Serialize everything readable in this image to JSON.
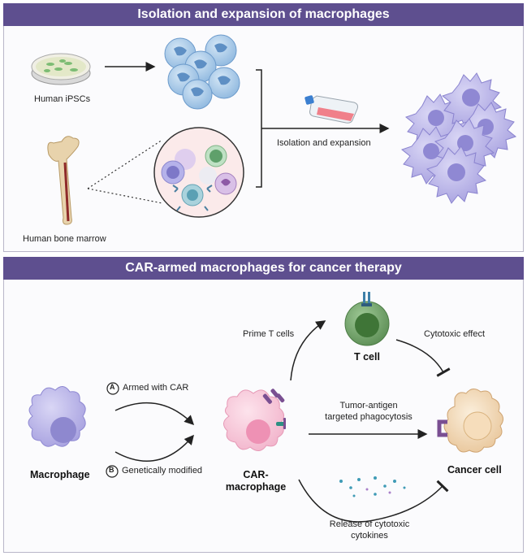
{
  "panel_top": {
    "title": "Isolation and expansion of macrophages",
    "sources": [
      {
        "label": "Human iPSCs",
        "icon": "petri-dish-icon"
      },
      {
        "label": "Human bone marrow",
        "icon": "femur-bone-icon"
      }
    ],
    "step_label": "Isolation and expansion",
    "flask_icon": "culture-flask-icon"
  },
  "panel_bottom": {
    "title": "CAR-armed macrophages for cancer therapy",
    "macrophage_label": "Macrophage",
    "option_a": {
      "badge": "A",
      "label": "Armed with CAR"
    },
    "option_b": {
      "badge": "B",
      "label": "Genetically modified"
    },
    "car_macrophage_label": "CAR-\nmacrophage",
    "tcell_label": "T cell",
    "cancer_label": "Cancer cell",
    "prime_label": "Prime T cells",
    "cytotoxic_label": "Cytotoxic effect",
    "phagocytosis_label": "Tumor-antigen\ntargeted phagocytosis",
    "cytokine_label": "Release of cytotoxic\ncytokines"
  },
  "colors": {
    "header": "#5e4f8f",
    "macrophage": "#b8b3e6",
    "car_macrophage": "#f6c6d8",
    "tcell": "#6b9f63",
    "cancer": "#f2d9b7",
    "receptor": "#7a4f92",
    "stem_cell": "#a9cbe9",
    "cytokine": "#3f9bb6"
  }
}
